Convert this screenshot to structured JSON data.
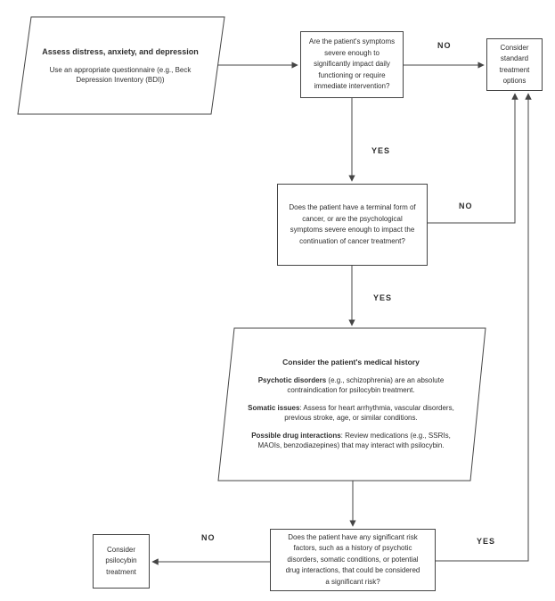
{
  "flowchart": {
    "colors": {
      "line": "#454545",
      "text": "#2e2e2e",
      "background": "#ffffff"
    },
    "nodes": {
      "assess": {
        "heading": "Assess distress, anxiety, and depression",
        "body": "Use an appropriate questionnaire (e.g., Beck\nDepression Inventory (BDI))"
      },
      "symptom_severity_decision": {
        "text": "Are the patient's symptoms\nsevere enough to\nsignificantly impact daily\nfunctioning or require\nimmediate intervention?"
      },
      "standard_treatment": {
        "text": "Consider\nstandard\ntreatment\noptions"
      },
      "cancer_decision": {
        "text": "Does the patient have a terminal form of\ncancer, or are the psychological\nsymptoms severe enough to impact the\ncontinuation of cancer treatment?"
      },
      "medical_history": {
        "heading": "Consider the patient's medical history",
        "paragraphs": [
          {
            "bold": "Psychotic disorders",
            "rest": " (e.g., schizophrenia) are an absolute\ncontraindication for psilocybin treatment."
          },
          {
            "bold": "Somatic issues",
            "rest": ": Assess for heart arrhythmia, vascular disorders,\nprevious stroke, age, or similar conditions."
          },
          {
            "bold": "Possible drug interactions",
            "rest": ": Review medications (e.g., SSRIs,\nMAOIs, benzodiazepines) that may interact with psilocybin."
          }
        ]
      },
      "risk_decision": {
        "text": "Does the patient have any significant risk\nfactors, such as a history of psychotic\ndisorders, somatic conditions, or potential\ndrug interactions, that could be considered\na significant risk?"
      },
      "psilocybin_treatment": {
        "text": "Consider\npsilocybin\ntreatment"
      }
    },
    "edge_labels": {
      "symptoms_no": "NO",
      "symptoms_yes": "YES",
      "cancer_no": "NO",
      "cancer_yes": "YES",
      "risk_no": "NO",
      "risk_yes": "YES"
    }
  }
}
